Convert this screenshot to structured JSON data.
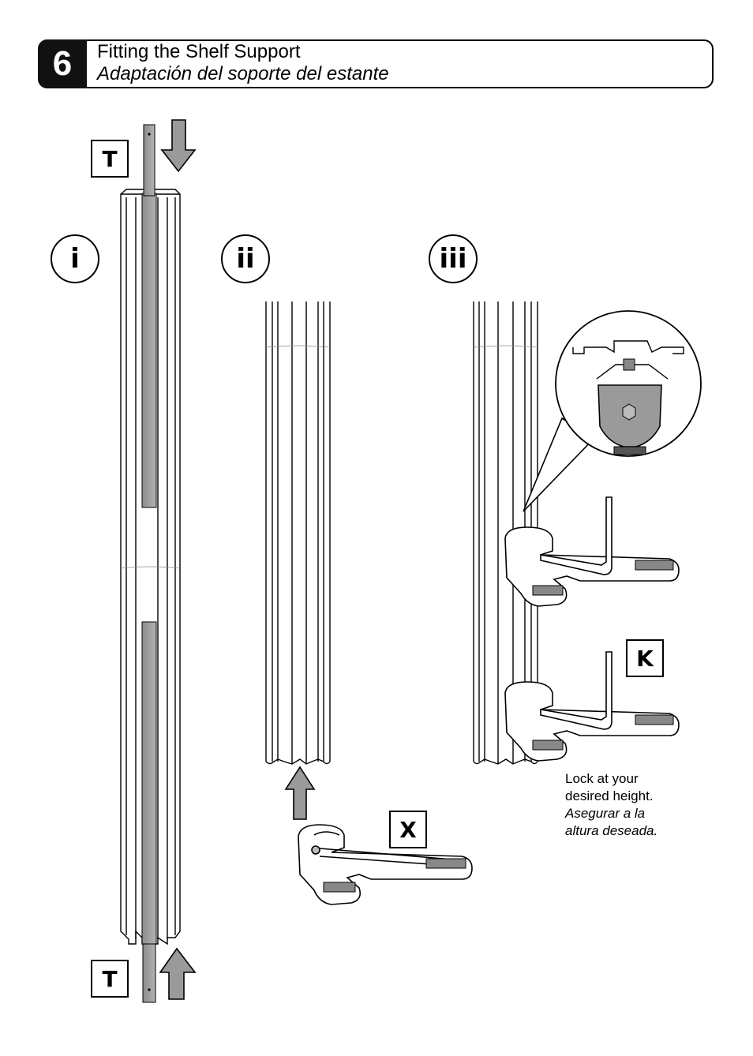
{
  "step": {
    "number": "6",
    "title_en": "Fitting the Shelf Support",
    "title_es": "Adaptación del soporte del estante"
  },
  "panels": [
    {
      "numeral": "i"
    },
    {
      "numeral": "ii"
    },
    {
      "numeral": "iii"
    }
  ],
  "part_labels": {
    "top_t": "T",
    "bottom_t": "T",
    "x": "X",
    "k": "K"
  },
  "note": {
    "en_line1": "Lock at your",
    "en_line2": "desired height.",
    "es_line1": "Asegurar a la",
    "es_line2": "altura deseada."
  }
}
